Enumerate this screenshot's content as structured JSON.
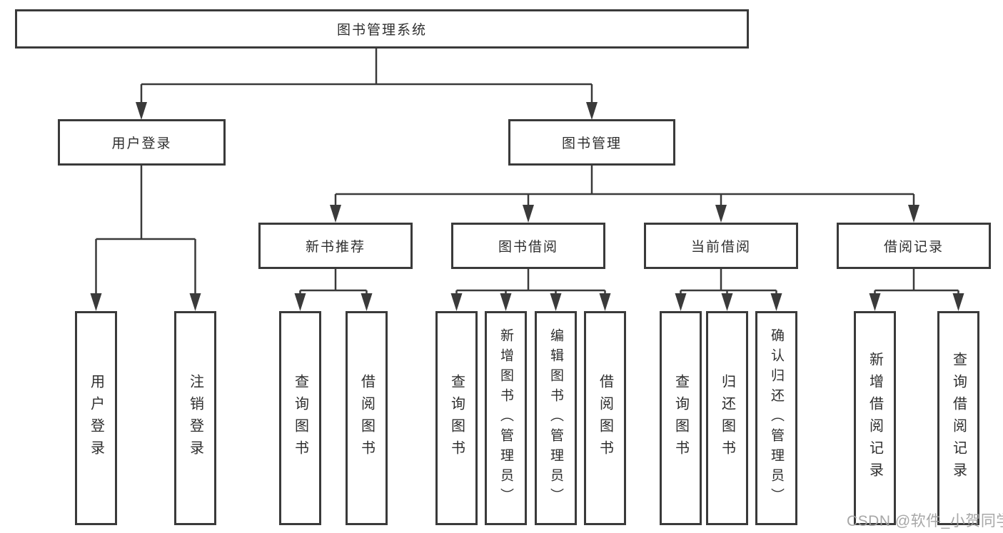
{
  "diagram": {
    "root": "图书管理系统",
    "user_login": {
      "label": "用户登录",
      "children": [
        "用户登录",
        "注销登录"
      ]
    },
    "book_mgmt": {
      "label": "图书管理",
      "sections": [
        {
          "label": "新书推荐",
          "children": [
            "查询图书",
            "借阅图书"
          ]
        },
        {
          "label": "图书借阅",
          "children": [
            "查询图书",
            "新增图书（管理员）",
            "编辑图书（管理员）",
            "借阅图书"
          ]
        },
        {
          "label": "当前借阅",
          "children": [
            "查询图书",
            "归还图书",
            "确认归还（管理员）"
          ]
        },
        {
          "label": "借阅记录",
          "children": [
            "新增借阅记录",
            "查询借阅记录"
          ]
        }
      ]
    }
  },
  "watermark": {
    "text": "CSDN @软件_小贺同学"
  },
  "colors": {
    "line": "#3a3a3a",
    "box_border": "#3a3a3a",
    "text": "#2e2e2e",
    "watermark": "#a0a0a0",
    "background": "#ffffff"
  }
}
